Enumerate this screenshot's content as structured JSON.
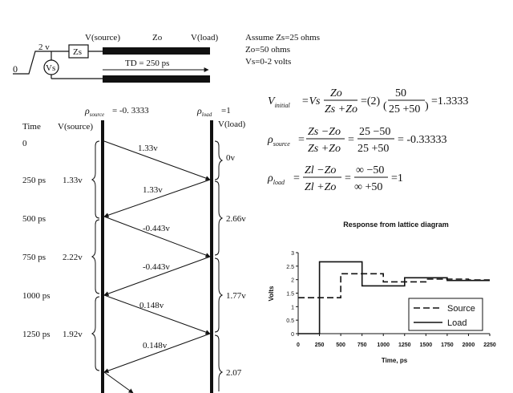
{
  "circuit": {
    "source_voltage": "2 v",
    "vs_label": "Vs",
    "zs_label": "Zs",
    "ground_label": "0",
    "v_source_label": "V(source)",
    "zo_label": "Zo",
    "v_load_label": "V(load)",
    "td_label": "TD = 250 ps"
  },
  "assumptions": [
    "Assume Zs=25 ohms",
    "Zo=50 ohms",
    "Vs=0-2 volts"
  ],
  "lattice": {
    "rho_source_label": "ρ",
    "rho_source_sub": "source",
    "rho_source_value": "= -0. 3333",
    "rho_load_label": "ρ",
    "rho_load_sub": "load",
    "rho_load_value": "=1",
    "time_header": "Time",
    "vsource_header": "V(source)",
    "vload_header": "V(load)",
    "times": [
      "0",
      "250 ps",
      "500  ps",
      "750  ps",
      "1000 ps",
      "1250 ps"
    ],
    "source_values": [
      "1.33v",
      "2.22v",
      "1.92v"
    ],
    "load_values": [
      "0v",
      "2.66v",
      "1.77v",
      "2.07"
    ],
    "wave_labels": [
      "1.33v",
      "1.33v",
      "-0.443v",
      "-0.443v",
      "0.148v",
      "0.148v"
    ]
  },
  "equations": {
    "v_initial": {
      "lhs": "V",
      "lhs_sub": "initial",
      "eq1": "=Vs",
      "num": "Zo",
      "den": "Zs +Zo",
      "eq2": "=(2)",
      "num2": "50",
      "den2": "25 +50",
      "result": "=1.3333"
    },
    "rho_source": {
      "lhs": "ρ",
      "lhs_sub": "source",
      "num": "Zs −Zo",
      "den": "Zs +Zo",
      "num2": "25 −50",
      "den2": "25 +50",
      "result": "= -0.33333"
    },
    "rho_load": {
      "lhs": "ρ",
      "lhs_sub": "load",
      "num": "Zl −Zo",
      "den": "Zl +Zo",
      "num2": "∞ −50",
      "den2": "∞ +50",
      "result": "=1"
    }
  },
  "chart_data": {
    "type": "line",
    "title": "Response from lattice diagram",
    "xlabel": "Time, ps",
    "ylabel": "Volts",
    "xlim": [
      0,
      2250
    ],
    "ylim": [
      0,
      3
    ],
    "xticks": [
      0,
      250,
      500,
      750,
      1000,
      1250,
      1500,
      1750,
      2000,
      2250
    ],
    "yticks": [
      0,
      0.5,
      1,
      1.5,
      2,
      2.5,
      3
    ],
    "ytick_labels": [
      "0",
      "0.5",
      "1",
      "1.5",
      "2",
      "2.5",
      "3"
    ],
    "legend_position": "bottom-right",
    "series": [
      {
        "name": "Source",
        "style": "dashed",
        "x": [
          0,
          500,
          500,
          1000,
          1000,
          1500,
          1500,
          2000,
          2000,
          2250
        ],
        "y": [
          1.33,
          1.33,
          2.22,
          2.22,
          1.92,
          1.92,
          2.02,
          2.02,
          1.99,
          1.99
        ]
      },
      {
        "name": "Load",
        "style": "solid",
        "x": [
          0,
          250,
          250,
          750,
          750,
          1250,
          1250,
          1750,
          1750,
          2250
        ],
        "y": [
          0,
          0,
          2.66,
          2.66,
          1.77,
          1.77,
          2.07,
          2.07,
          1.97,
          1.97
        ]
      }
    ]
  }
}
